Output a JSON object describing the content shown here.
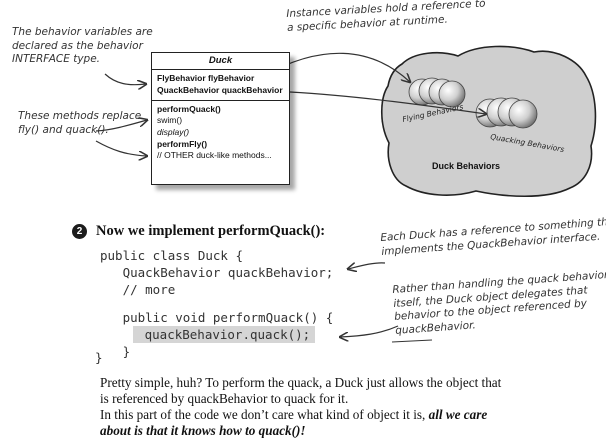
{
  "annotations": {
    "behavior_vars": [
      "The behavior variables are",
      "declared as the behavior",
      "INTERFACE type."
    ],
    "methods_replace": [
      "These methods replace",
      "fly() and quack()."
    ],
    "instance_vars": [
      "Instance variables hold a reference to",
      "a specific behavior at runtime."
    ],
    "each_duck": [
      "Each Duck has a reference to something that",
      "implements the QuackBehavior interface."
    ],
    "delegates": [
      "Rather than handling the quack behavior",
      "itself, the Duck object delegates that",
      "behavior to the object referenced by",
      "quackBehavior."
    ]
  },
  "duck_class": {
    "name": "Duck",
    "variables": [
      "FlyBehavior flyBehavior",
      "QuackBehavior quackBehavior"
    ],
    "methods": [
      {
        "text": "performQuack()",
        "style": "bold"
      },
      {
        "text": "swim()",
        "style": "normal"
      },
      {
        "text": "display()",
        "style": "italic"
      },
      {
        "text": "performFly()",
        "style": "bold"
      },
      {
        "text": "// OTHER duck-like methods...",
        "style": "normal"
      }
    ]
  },
  "cloud": {
    "title": "Duck Behaviors",
    "flying_label": "Flying Behaviors",
    "quacking_label": "Quacking Behaviors"
  },
  "section": {
    "number": "2",
    "title": "Now we implement performQuack():"
  },
  "code": [
    "public class Duck {",
    "   QuackBehavior quackBehavior;",
    "   // more",
    "   public void performQuack() {",
    "     quackBehavior.quack();",
    "   }",
    "}"
  ],
  "body": {
    "line1": "Pretty simple, huh? To perform the quack, a Duck just allows the object that",
    "line2": "is referenced by quackBehavior to quack for it.",
    "line3_normal": "In this part of the code we don’t care what kind of object it is, ",
    "line3_bold": "all we care",
    "line4_bold": "about is that it knows how to quack()!"
  },
  "colors": {
    "ink": "#111111",
    "cloud_fill": "#cfcfcf",
    "code_highlight": "#d5d5d5"
  }
}
